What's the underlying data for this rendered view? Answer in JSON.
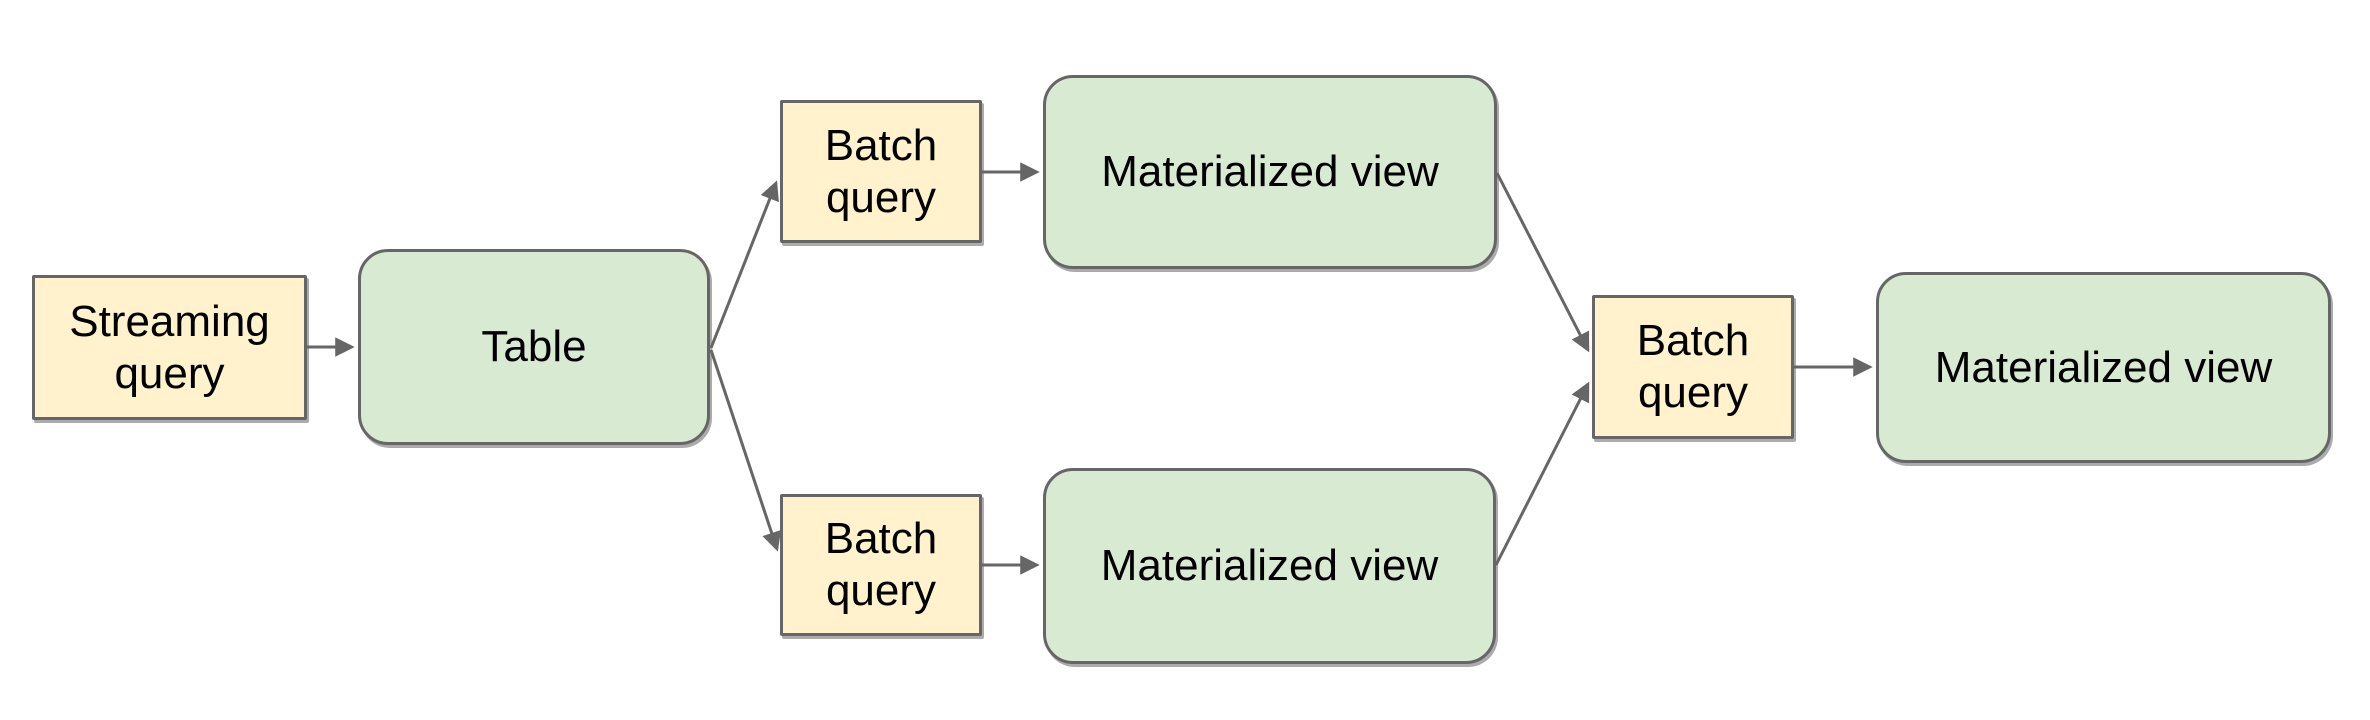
{
  "diagram": {
    "background": "#ffffff",
    "colors": {
      "query_fill": "#fff2cc",
      "view_fill": "#d9ead3",
      "border": "#666666",
      "arrow": "#666666",
      "text": "#000000"
    },
    "nodes": [
      {
        "id": "streaming-query",
        "label": "Streaming query",
        "kind": "query"
      },
      {
        "id": "table",
        "label": "Table",
        "kind": "view"
      },
      {
        "id": "batch-query-top",
        "label": "Batch query",
        "kind": "query"
      },
      {
        "id": "materialized-view-top",
        "label": "Materialized view",
        "kind": "view"
      },
      {
        "id": "batch-query-bottom",
        "label": "Batch query",
        "kind": "query"
      },
      {
        "id": "materialized-view-bottom",
        "label": "Materialized view",
        "kind": "view"
      },
      {
        "id": "batch-query-right",
        "label": "Batch query",
        "kind": "query"
      },
      {
        "id": "materialized-view-right",
        "label": "Materialized view",
        "kind": "view"
      }
    ],
    "edges": [
      {
        "from": "streaming-query",
        "to": "table"
      },
      {
        "from": "table",
        "to": "batch-query-top"
      },
      {
        "from": "table",
        "to": "batch-query-bottom"
      },
      {
        "from": "batch-query-top",
        "to": "materialized-view-top"
      },
      {
        "from": "batch-query-bottom",
        "to": "materialized-view-bottom"
      },
      {
        "from": "materialized-view-top",
        "to": "batch-query-right"
      },
      {
        "from": "materialized-view-bottom",
        "to": "batch-query-right"
      },
      {
        "from": "batch-query-right",
        "to": "materialized-view-right"
      }
    ]
  }
}
